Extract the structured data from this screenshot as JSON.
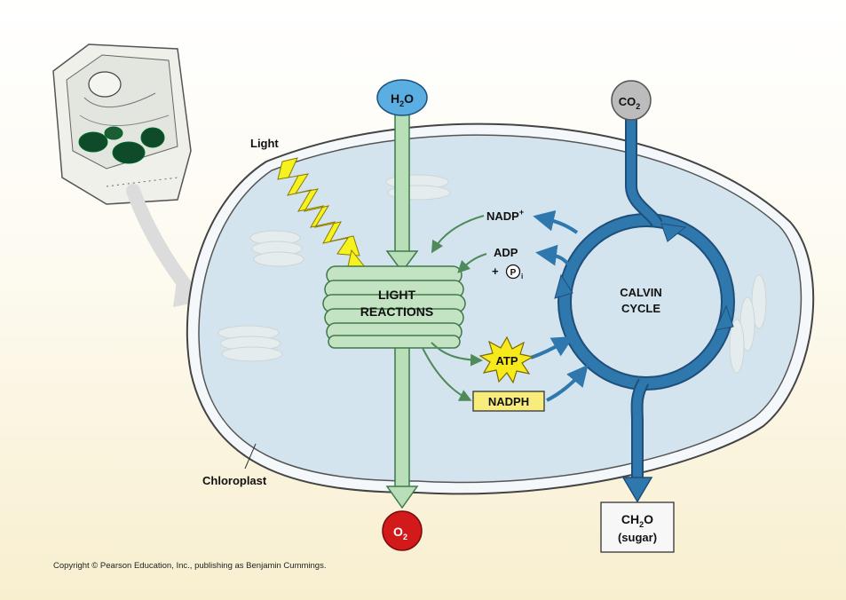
{
  "labels": {
    "light": "Light",
    "light_reactions_line1": "LIGHT",
    "light_reactions_line2": "REACTIONS",
    "calvin_line1": "CALVIN",
    "calvin_line2": "CYCLE",
    "chloroplast": "Chloroplast",
    "nadp_plus": "NADP",
    "nadp_sup": "+",
    "adp": "ADP",
    "plus_pi_plus": "+",
    "pi_p": "P",
    "pi_sub": "i",
    "atp": "ATP",
    "nadph": "NADPH",
    "sugar_line1_ch": "CH",
    "sugar_line1_sub": "2",
    "sugar_line1_o": "O",
    "sugar_line2": "(sugar)"
  },
  "molecules": {
    "h2o_h": "H",
    "h2o_sub": "2",
    "h2o_o": "O",
    "co2_co": "CO",
    "co2_sub": "2",
    "o2_o": "O",
    "o2_sub": "2"
  },
  "copyright": "Copyright © Pearson Education, Inc., publishing as Benjamin Cummings.",
  "colors": {
    "stroma": "#d3e4ee",
    "green_arrow": "#b9dfb8",
    "green_stroke": "#3d7a4a",
    "blue_cycle": "#2f78ad",
    "h2o_fill": "#5aaee2",
    "co2_fill": "#bcbcbc",
    "o2_fill": "#d21a1a",
    "light_bolt": "#f6f220",
    "atp_star": "#f6ea1c",
    "nadph_fill": "#f7ec7c"
  }
}
